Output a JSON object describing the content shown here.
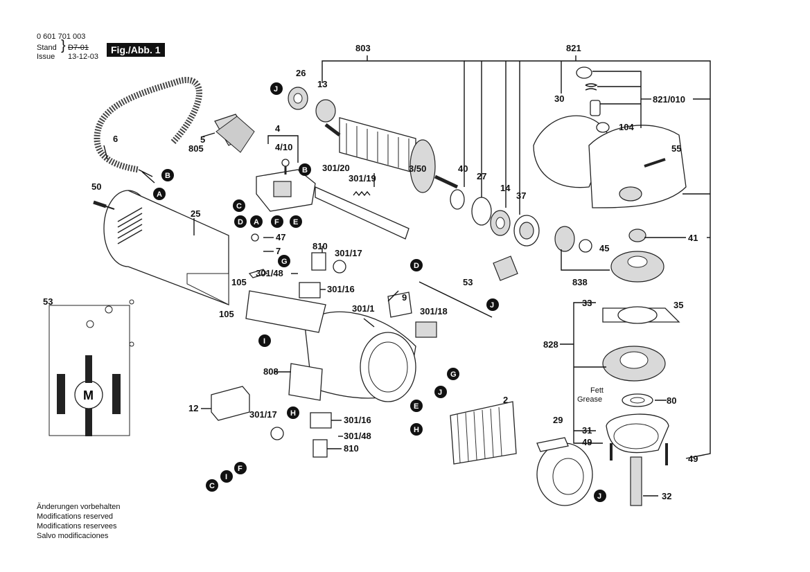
{
  "header": {
    "part_number": "0 601 701 003",
    "stand_label": "Stand",
    "issue_label": "Issue",
    "stand_date_struck": "D7-01",
    "issue_date": "13-12-03",
    "figure_label": "Fig./Abb. 1"
  },
  "footer_notes": [
    "Änderungen vorbehalten",
    "Modifications reserved",
    "Modifications reservees",
    "Salvo modificaciones"
  ],
  "part_labels": {
    "p803": "803",
    "p821": "821",
    "p821_010": "821/010",
    "p104": "104",
    "p26": "26",
    "p13": "13",
    "p3_50": "3/50",
    "p30": "30",
    "p55": "55",
    "p6": "6",
    "p5": "5",
    "p805": "805",
    "p4": "4",
    "p4_10": "4/10",
    "p301_20": "301/20",
    "p301_19": "301/19",
    "p40": "40",
    "p27": "27",
    "p14": "14",
    "p37": "37",
    "p50": "50",
    "p25": "25",
    "p47": "47",
    "p7": "7",
    "p810a": "810",
    "p301_17a": "301/17",
    "p301_48a": "301/48",
    "p301_16a": "301/16",
    "p105a": "105",
    "p105b": "105",
    "p45": "45",
    "p41": "41",
    "p838": "838",
    "p53": "53",
    "p53w": "53",
    "p9": "9",
    "p301_1": "301/1",
    "p301_18": "301/18",
    "p33": "33",
    "p35": "35",
    "p828": "828",
    "p808": "808",
    "p2": "2",
    "p12": "12",
    "p301_17b": "301/17",
    "p301_16b": "301/16",
    "p301_48b": "301/48",
    "p810b": "810",
    "p29": "29",
    "p31": "31",
    "p49a": "49",
    "p49b": "49",
    "p80": "80",
    "p32": "32",
    "fett": "Fett",
    "grease": "Grease",
    "motor": "M"
  },
  "connection_refs": {
    "J1": "J",
    "B1": "B",
    "A1": "A",
    "B2": "B",
    "C1": "C",
    "D1": "D",
    "A2": "A",
    "F1": "F",
    "E1": "E",
    "G1": "G",
    "D2": "D",
    "J2": "J",
    "I1": "I",
    "G2": "G",
    "J3": "J",
    "E2": "E",
    "H1": "H",
    "H2": "H",
    "C2": "C",
    "I2": "I",
    "F2": "F",
    "J4": "J"
  }
}
